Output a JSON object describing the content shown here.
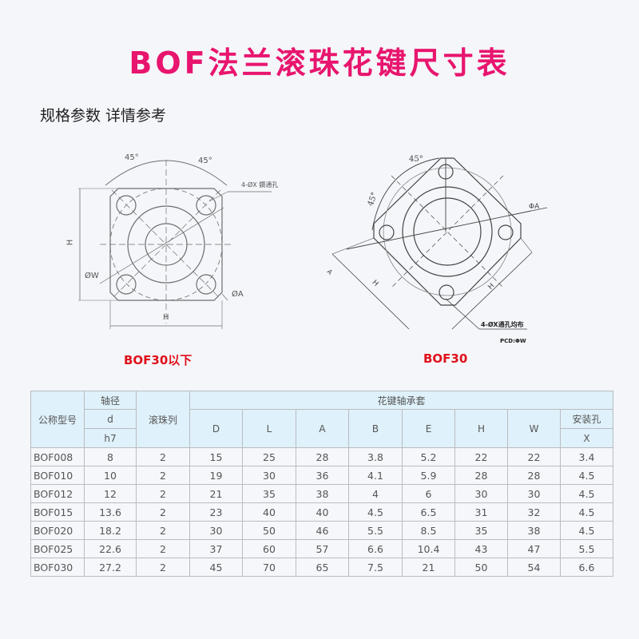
{
  "page": {
    "title": "BOF法兰滚珠花键尺寸表",
    "title_color": "#e8156e",
    "subtitle": "规格参数 详情参考",
    "caption_color": "#e0101a"
  },
  "diagrams": [
    {
      "caption": "BOF30以下",
      "labels": {
        "angle_left": "45°",
        "angle_right": "45°",
        "hole_note": "4-ØX 鑽通孔",
        "height": "H",
        "width": "H",
        "pcd": "ØW",
        "outer": "ØA"
      }
    },
    {
      "caption": "BOF30",
      "labels": {
        "angle_top": "45°",
        "angle_left": "45°",
        "outer": "ΦA",
        "side_left": "H",
        "side_right": "H",
        "side_edge": "A",
        "hole_note": "4-ØX通孔均布",
        "pcd": "PCD:ΦW"
      }
    }
  ],
  "table": {
    "header": {
      "model": "公称型号",
      "shaft_group": "轴径",
      "shaft_d": "d",
      "shaft_tol": "h7",
      "ball_rows": "滚珠列",
      "nut_group": "花键轴承套",
      "cols": [
        "D",
        "L",
        "A",
        "B",
        "E",
        "H",
        "W"
      ],
      "mount_group": "安装孔",
      "mount_x": "X"
    },
    "rows": [
      {
        "model": "BOF008",
        "d": "8",
        "rows": "2",
        "D": "15",
        "L": "25",
        "A": "28",
        "B": "3.8",
        "E": "5.2",
        "H": "22",
        "W": "22",
        "X": "3.4"
      },
      {
        "model": "BOF010",
        "d": "10",
        "rows": "2",
        "D": "19",
        "L": "30",
        "A": "36",
        "B": "4.1",
        "E": "5.9",
        "H": "28",
        "W": "28",
        "X": "4.5"
      },
      {
        "model": "BOF012",
        "d": "12",
        "rows": "2",
        "D": "21",
        "L": "35",
        "A": "38",
        "B": "4",
        "E": "6",
        "H": "30",
        "W": "30",
        "X": "4.5"
      },
      {
        "model": "BOF015",
        "d": "13.6",
        "rows": "2",
        "D": "23",
        "L": "40",
        "A": "40",
        "B": "4.5",
        "E": "6.5",
        "H": "31",
        "W": "32",
        "X": "4.5"
      },
      {
        "model": "BOF020",
        "d": "18.2",
        "rows": "2",
        "D": "30",
        "L": "50",
        "A": "46",
        "B": "5.5",
        "E": "8.5",
        "H": "35",
        "W": "38",
        "X": "4.5"
      },
      {
        "model": "BOF025",
        "d": "22.6",
        "rows": "2",
        "D": "37",
        "L": "60",
        "A": "57",
        "B": "6.6",
        "E": "10.4",
        "H": "43",
        "W": "47",
        "X": "5.5"
      },
      {
        "model": "BOF030",
        "d": "27.2",
        "rows": "2",
        "D": "45",
        "L": "70",
        "A": "65",
        "B": "7.5",
        "E": "21",
        "H": "50",
        "W": "54",
        "X": "6.6"
      }
    ]
  }
}
